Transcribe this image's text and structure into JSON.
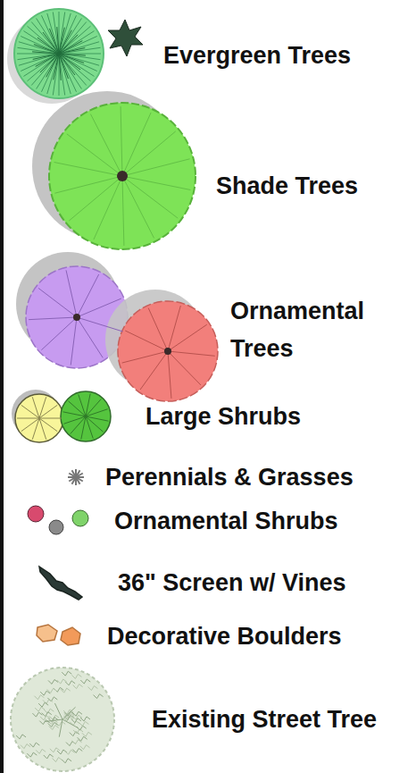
{
  "diagram": {
    "legend": [
      {
        "text": "Evergreen Trees"
      },
      {
        "text": "Shade Trees"
      },
      {
        "text": "Ornamental Trees"
      },
      {
        "text": "Large Shrubs"
      },
      {
        "text": "Perennials & Grasses"
      },
      {
        "text": "Ornamental Shrubs"
      },
      {
        "text": "36\" Screen w/ Vines"
      },
      {
        "text": "Decorative Boulders"
      },
      {
        "text": "Existing Street Tree"
      }
    ]
  }
}
